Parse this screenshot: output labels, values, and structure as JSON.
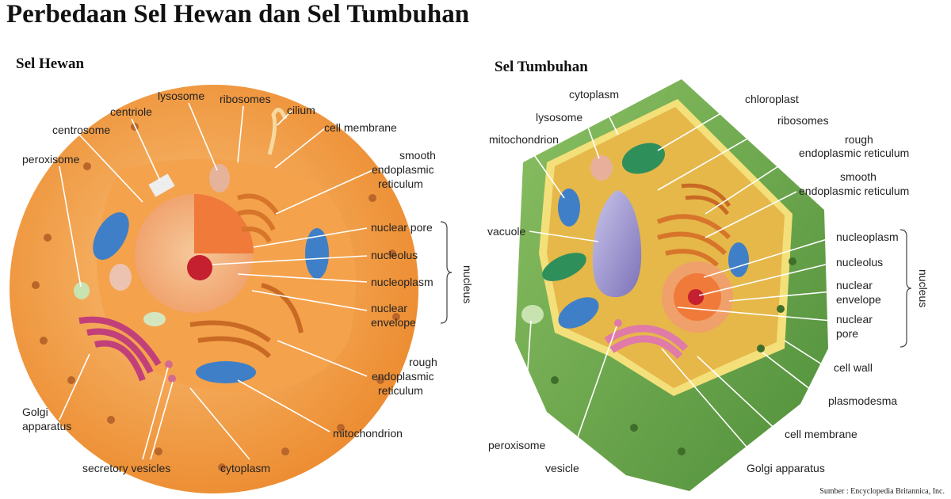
{
  "title": "Perbedaan Sel Hewan dan Sel Tumbuhan",
  "animal": {
    "heading": "Sel Hewan",
    "labels": {
      "lysosome": "lysosome",
      "ribosomes": "ribosomes",
      "centriole": "centriole",
      "cilium": "cilium",
      "centrosome": "centrosome",
      "cell_membrane": "cell membrane",
      "peroxisome": "peroxisome",
      "smooth_er_1": "smooth",
      "smooth_er_2": "endoplasmic",
      "smooth_er_3": "reticulum",
      "nuclear_pore": "nuclear pore",
      "nucleolus": "nucleolus",
      "nucleoplasm": "nucleoplasm",
      "nuclear_envelope_1": "nuclear",
      "nuclear_envelope_2": "envelope",
      "nucleus_group": "nucleus",
      "rough_er_1": "rough",
      "rough_er_2": "endoplasmic",
      "rough_er_3": "reticulum",
      "golgi_1": "Golgi",
      "golgi_2": "apparatus",
      "mitochondrion": "mitochondrion",
      "secretory_vesicles": "secretory vesicles",
      "cytoplasm": "cytoplasm"
    }
  },
  "plant": {
    "heading": "Sel Tumbuhan",
    "labels": {
      "cytoplasm": "cytoplasm",
      "chloroplast": "chloroplast",
      "lysosome": "lysosome",
      "ribosomes": "ribosomes",
      "mitochondrion": "mitochondrion",
      "rough_er_1": "rough",
      "rough_er_2": "endoplasmic reticulum",
      "smooth_er_1": "smooth",
      "smooth_er_2": "endoplasmic reticulum",
      "vacuole": "vacuole",
      "nucleoplasm": "nucleoplasm",
      "nucleolus": "nucleolus",
      "nuclear_envelope_1": "nuclear",
      "nuclear_envelope_2": "envelope",
      "nuclear_pore_1": "nuclear",
      "nuclear_pore_2": "pore",
      "nucleus_group": "nucleus",
      "cell_wall": "cell wall",
      "plasmodesma": "plasmodesma",
      "peroxisome": "peroxisome",
      "cell_membrane": "cell membrane",
      "vesicle": "vesicle",
      "golgi": "Golgi apparatus"
    }
  },
  "source": "Sumber : Encyclopedia Britannica, Inc.",
  "colors": {
    "animal_outer": "#f0963a",
    "animal_cytoplasm": "#f6b15a",
    "nucleus": "#f28a4a",
    "nucleolus": "#c5202f",
    "mitochondrion": "#3f7fc7",
    "golgi": "#c2407a",
    "plant_wall": "#6aa84f",
    "plant_cytoplasm": "#e6b84a",
    "chloroplast": "#2f8f5b",
    "vacuole": "#8f86c4"
  }
}
